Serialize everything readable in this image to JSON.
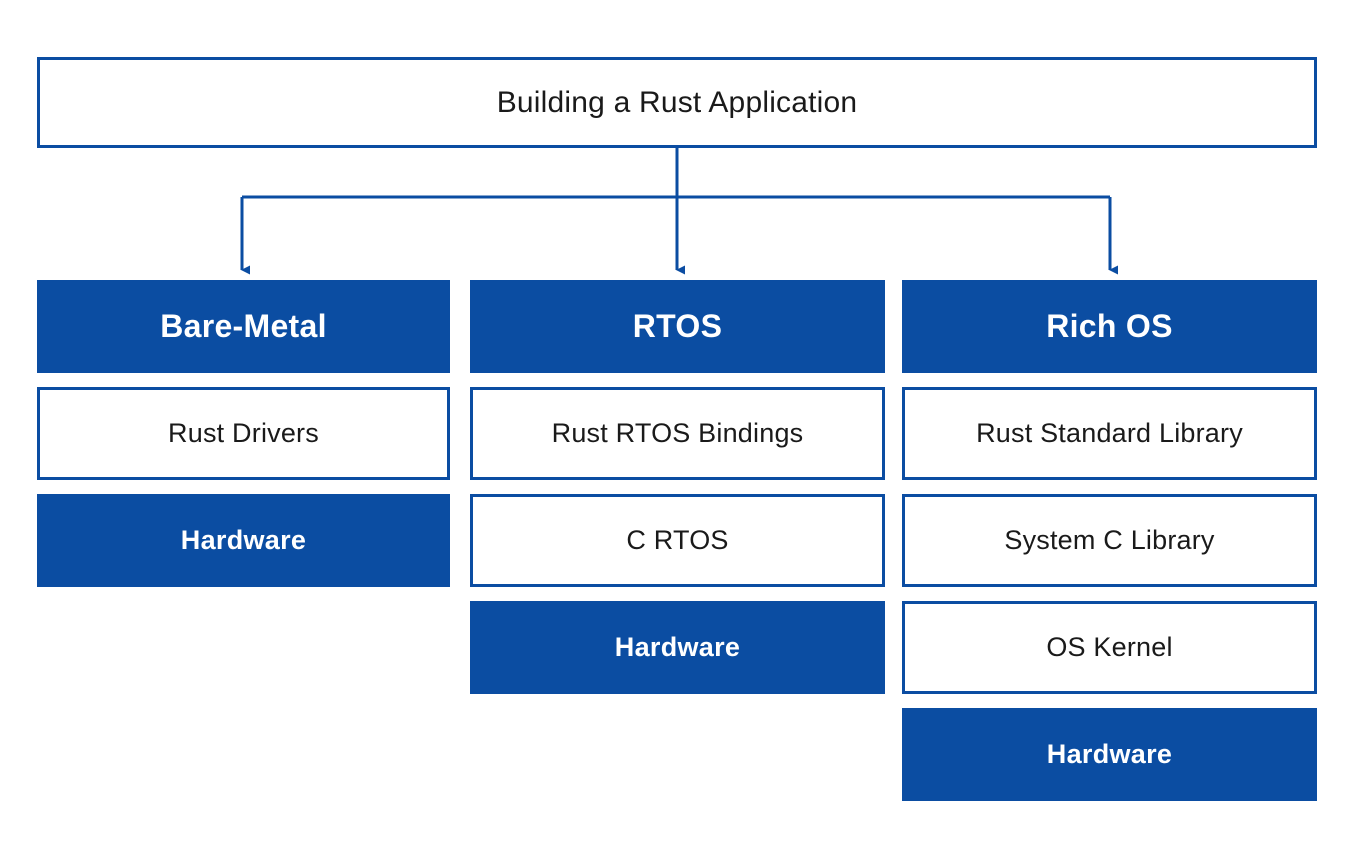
{
  "diagram": {
    "title": "Building a Rust Application",
    "root": {
      "label": "Building a Rust Application",
      "style": "outlined"
    },
    "colors": {
      "brand_blue": "#0B4DA2",
      "text_dark": "#1a1a1a",
      "text_light": "#ffffff",
      "background": "#ffffff"
    },
    "columns": [
      {
        "id": "bare-metal",
        "header": {
          "label": "Bare-Metal",
          "style": "filled"
        },
        "nodes": [
          {
            "label": "Rust Drivers",
            "style": "outlined"
          },
          {
            "label": "Hardware",
            "style": "filled"
          }
        ]
      },
      {
        "id": "rtos",
        "header": {
          "label": "RTOS",
          "style": "filled"
        },
        "nodes": [
          {
            "label": "Rust RTOS Bindings",
            "style": "outlined"
          },
          {
            "label": "C RTOS",
            "style": "outlined"
          },
          {
            "label": "Hardware",
            "style": "filled"
          }
        ]
      },
      {
        "id": "rich-os",
        "header": {
          "label": "Rich OS",
          "style": "filled"
        },
        "nodes": [
          {
            "label": "Rust Standard Library",
            "style": "outlined"
          },
          {
            "label": "System C Library",
            "style": "outlined"
          },
          {
            "label": "OS Kernel",
            "style": "outlined"
          },
          {
            "label": "Hardware",
            "style": "filled"
          }
        ]
      }
    ],
    "connector": {
      "type": "orthogonal-fan-out",
      "arrow_count": 3,
      "stroke": "#0B4DA2"
    }
  }
}
